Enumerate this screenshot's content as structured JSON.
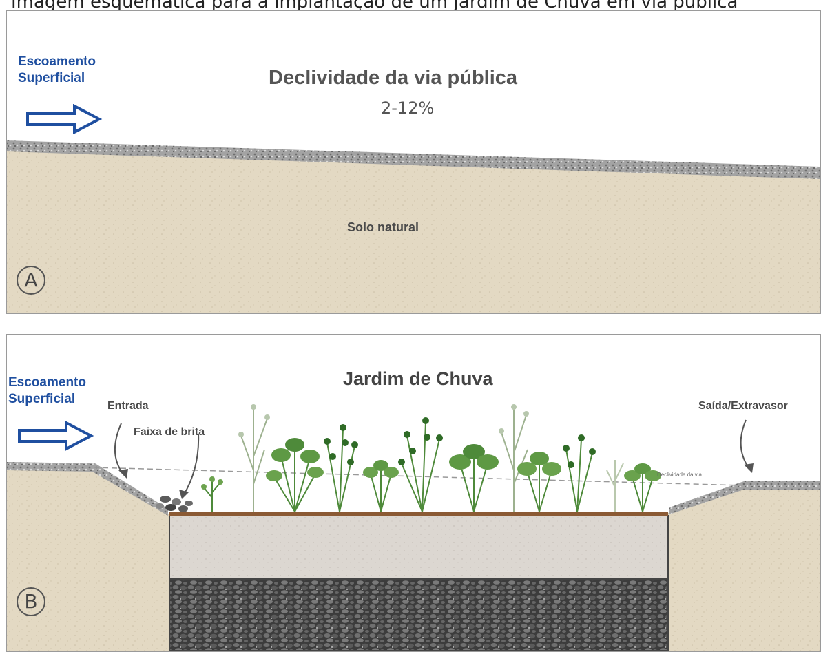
{
  "caption": "Imagem esquemática para a implantação de um Jardim de Chuva em via pública",
  "panelA": {
    "badge": "A",
    "runoff_line1": "Escoamento",
    "runoff_line2": "Superficial",
    "title": "Declividade da via pública",
    "slope": "2-12%",
    "soil": "Solo natural"
  },
  "panelB": {
    "badge": "B",
    "runoff_line1": "Escoamento",
    "runoff_line2": "Superficial",
    "title": "Jardim de Chuva",
    "inlet": "Entrada",
    "gravel_strip": "Faixa de brita",
    "outlet": "Saída/Extravasor",
    "slope_note": "Declividade da via"
  },
  "colors": {
    "runoff_text": "#1f4fa0",
    "soil": "#e3d9c3",
    "gravel_surface": "#9a9a9a",
    "plants": "#4e8a3a"
  }
}
